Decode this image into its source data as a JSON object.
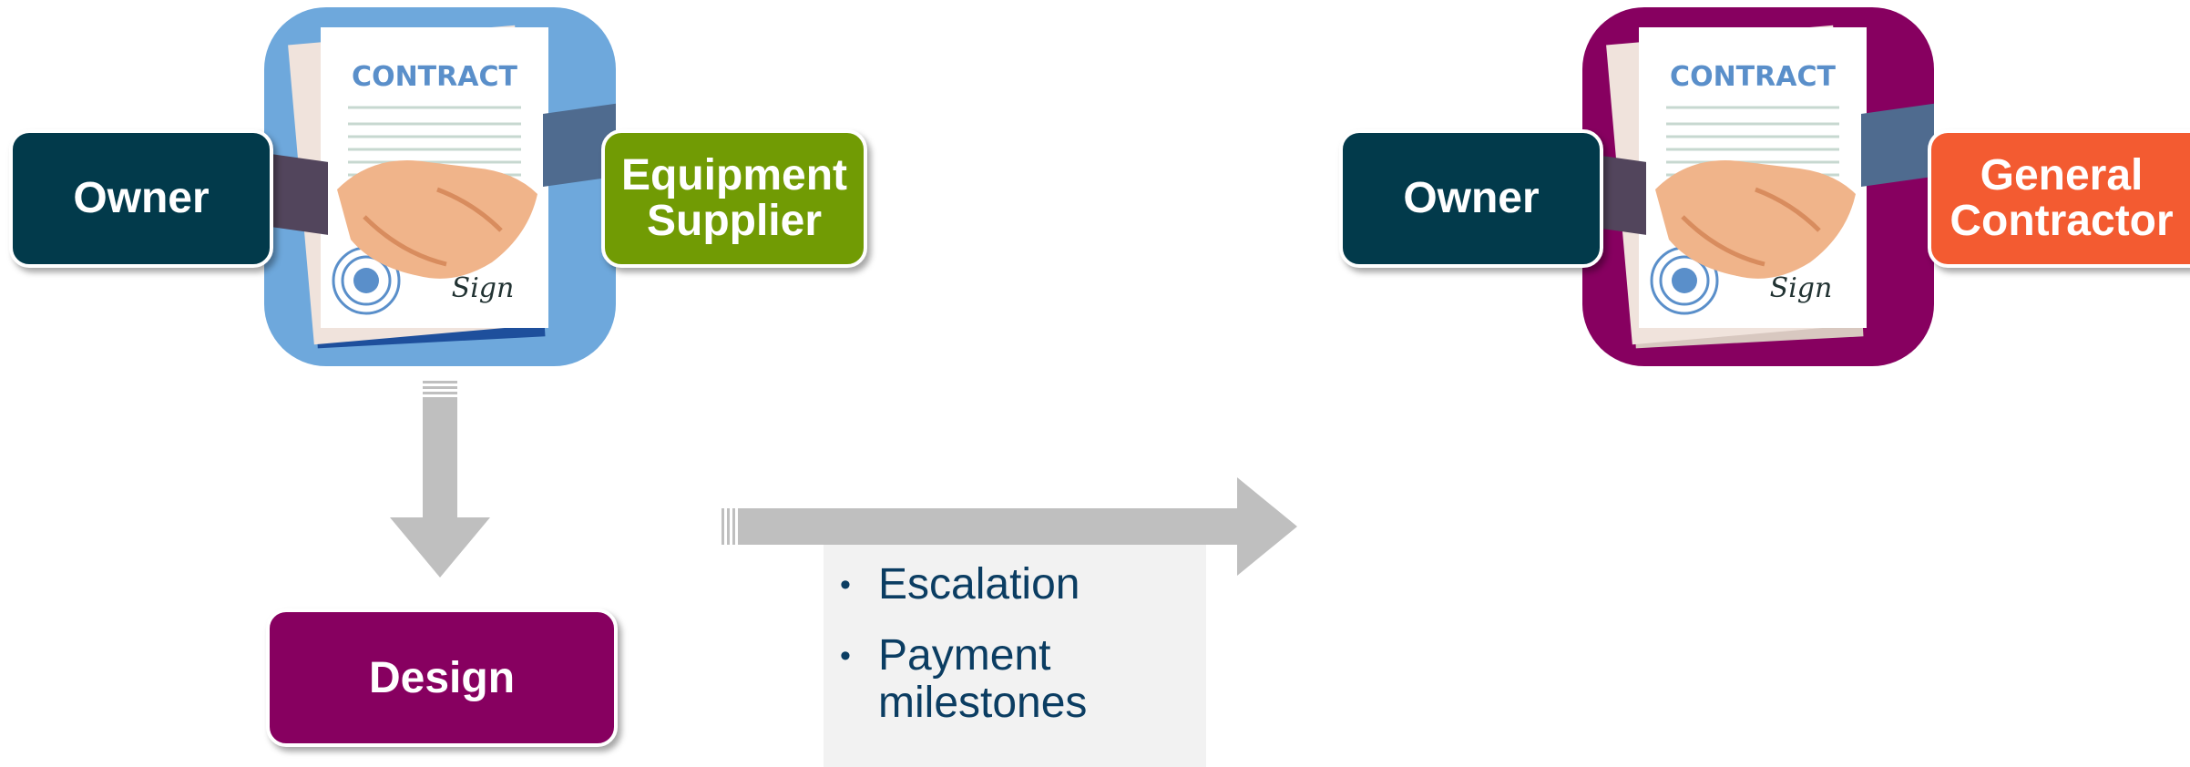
{
  "left_contract": {
    "document_title": "CONTRACT",
    "signature": "Sign",
    "owner_label": "Owner",
    "partner_label": "Equipment Supplier",
    "tile_color": "#6ea8dc",
    "partner_color": "#719b04"
  },
  "right_contract": {
    "document_title": "CONTRACT",
    "signature": "Sign",
    "owner_label": "Owner",
    "partner_label": "General Contractor",
    "tile_color": "#870060",
    "partner_color": "#f35b31"
  },
  "design_box": {
    "label": "Design",
    "color": "#870060"
  },
  "notes": {
    "items": [
      "Escalation",
      "Payment milestones"
    ]
  },
  "colors": {
    "owner": "#023a4b",
    "arrow": "#bfbfbf",
    "note_text": "#0b3d62",
    "note_bg": "#f2f2f2"
  },
  "icons": [
    "contract-document-icon",
    "handshake-icon",
    "seal-icon",
    "down-arrow-icon",
    "right-arrow-icon"
  ]
}
